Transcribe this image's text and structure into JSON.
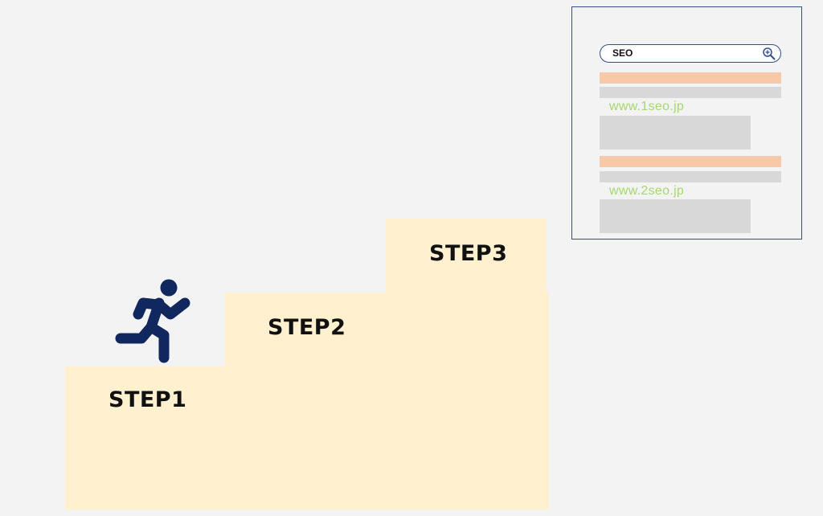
{
  "staircase": {
    "steps": [
      {
        "label": "STEP1"
      },
      {
        "label": "STEP2"
      },
      {
        "label": "STEP3"
      }
    ],
    "step_color": "#fff1cf",
    "runner_color": "#10285e"
  },
  "serp": {
    "query": "SEO",
    "results": [
      {
        "url": "www.1seo.jp"
      },
      {
        "url": "www.2seo.jp"
      }
    ],
    "colors": {
      "border": "#2f4f8f",
      "title_bar": "#f8c9a9",
      "placeholder": "#d8d8d8",
      "url_text": "#a6d86f"
    }
  }
}
